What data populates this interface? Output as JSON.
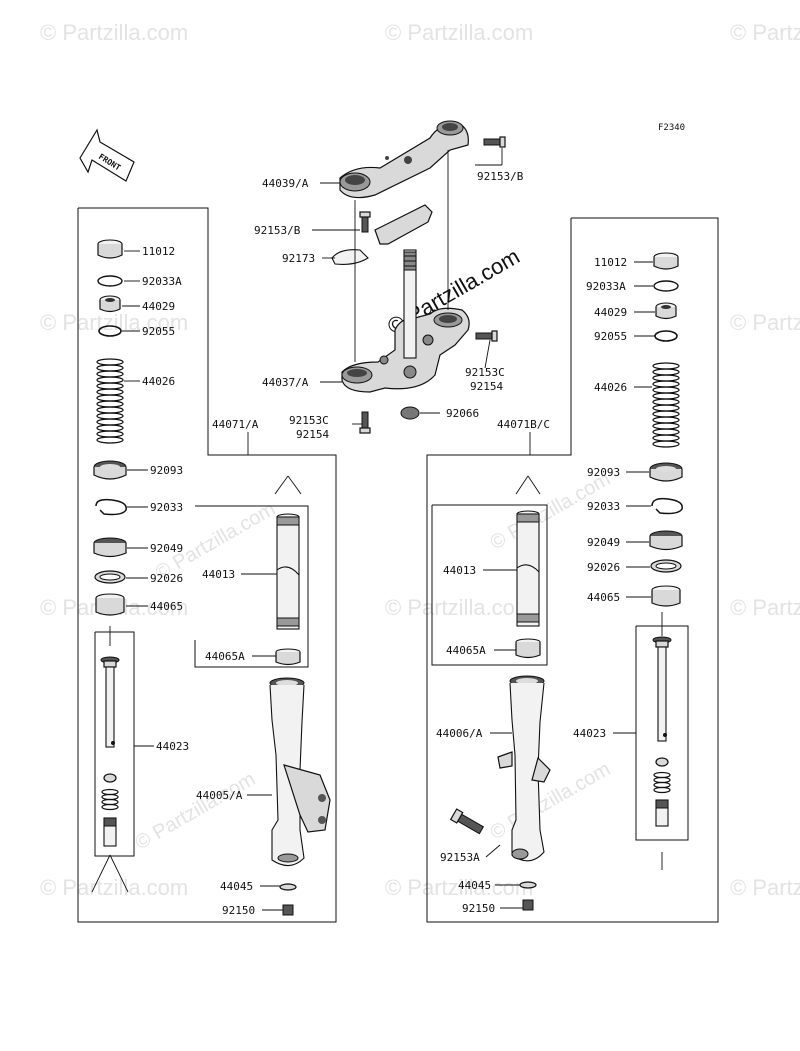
{
  "diagram": {
    "figure_id": "F2340",
    "front_label": "FRONT",
    "watermark": "© Partzilla.com",
    "watermark_center": "© Partzilla.com",
    "labels": {
      "p44039A": "44039/A",
      "p92153B_top": "92153/B",
      "p92153B_left": "92153/B",
      "p92173": "92173",
      "p44037A": "44037/A",
      "p92153C_r": "92153C",
      "p92154_r": "92154",
      "p92153C_l": "92153C",
      "p92154_l": "92154",
      "p92066": "92066",
      "p44071A": "44071/A",
      "p44071BC": "44071B/C",
      "L11012": "11012",
      "L92033A": "92033A",
      "L44029": "44029",
      "L92055": "92055",
      "L44026": "44026",
      "L92093": "92093",
      "L92033": "92033",
      "L92049": "92049",
      "L92026": "92026",
      "L44065": "44065",
      "L44023": "44023",
      "L44013": "44013",
      "L44065A": "44065A",
      "L44005A": "44005/A",
      "L44045": "44045",
      "L92150": "92150",
      "R11012": "11012",
      "R92033A": "92033A",
      "R44029": "44029",
      "R92055": "92055",
      "R44026": "44026",
      "R92093": "92093",
      "R92033": "92033",
      "R92049": "92049",
      "R92026": "92026",
      "R44065": "44065",
      "R44023": "44023",
      "R44013": "44013",
      "R44065A": "44065A",
      "R44006A": "44006/A",
      "R92153A": "92153A",
      "R44045": "44045",
      "R92150": "92150"
    }
  }
}
